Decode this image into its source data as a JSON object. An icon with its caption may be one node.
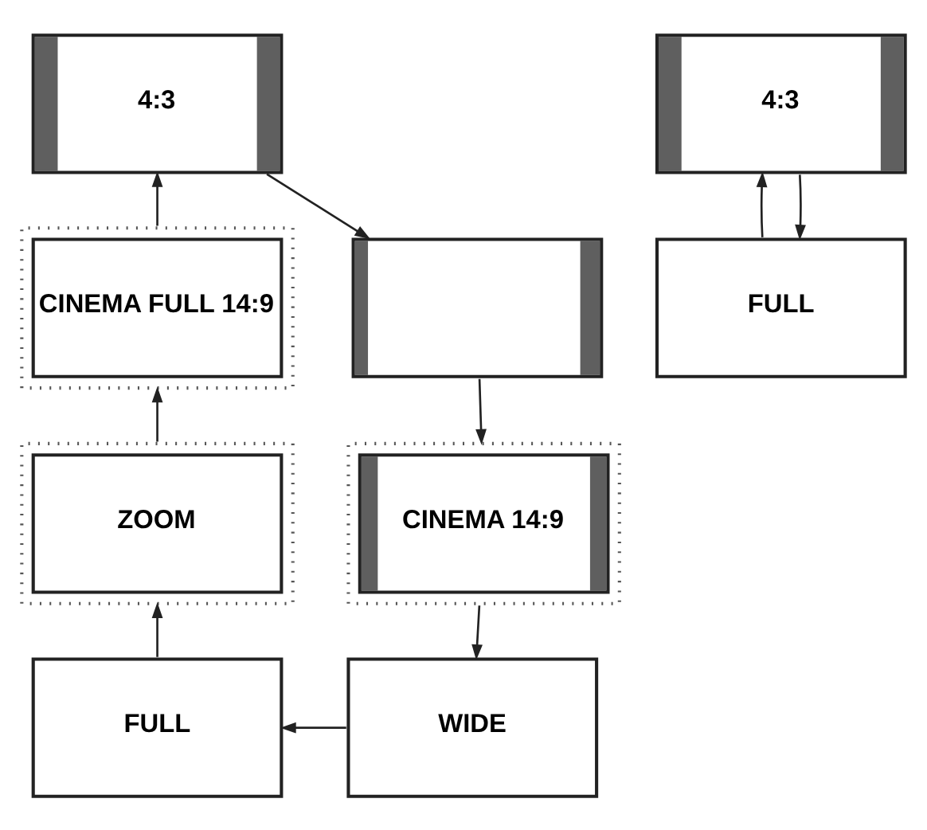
{
  "diagram": {
    "nodes": [
      {
        "text": [
          "4:3"
        ]
      },
      {
        "text": [
          "4:3"
        ]
      },
      {
        "text": [
          "CINEMA FULL 14:9"
        ]
      },
      {
        "text": [],
        "shape": "box"
      },
      {
        "text": [
          "FULL"
        ]
      },
      {
        "text": [
          "ZOOM"
        ]
      },
      {
        "text": [
          "CINEMA 14:9"
        ]
      },
      {
        "text": [
          "FULL"
        ]
      },
      {
        "text": [
          "WIDE"
        ]
      }
    ],
    "edges": [
      {
        "from": 0,
        "to": 3,
        "arrow": "to"
      },
      {
        "from": 3,
        "to": 6,
        "arrow": "to"
      },
      {
        "from": 6,
        "to": 8,
        "arrow": "to"
      },
      {
        "from": 8,
        "to": 7,
        "arrow": "to"
      },
      {
        "from": 7,
        "to": 5,
        "arrow": "to"
      },
      {
        "from": 5,
        "to": 2,
        "arrow": "to"
      },
      {
        "from": 2,
        "to": 0,
        "arrow": "to"
      },
      {
        "from": 4,
        "to": 1,
        "arrow": "to"
      },
      {
        "from": 1,
        "to": 4,
        "arrow": "to"
      }
    ]
  }
}
